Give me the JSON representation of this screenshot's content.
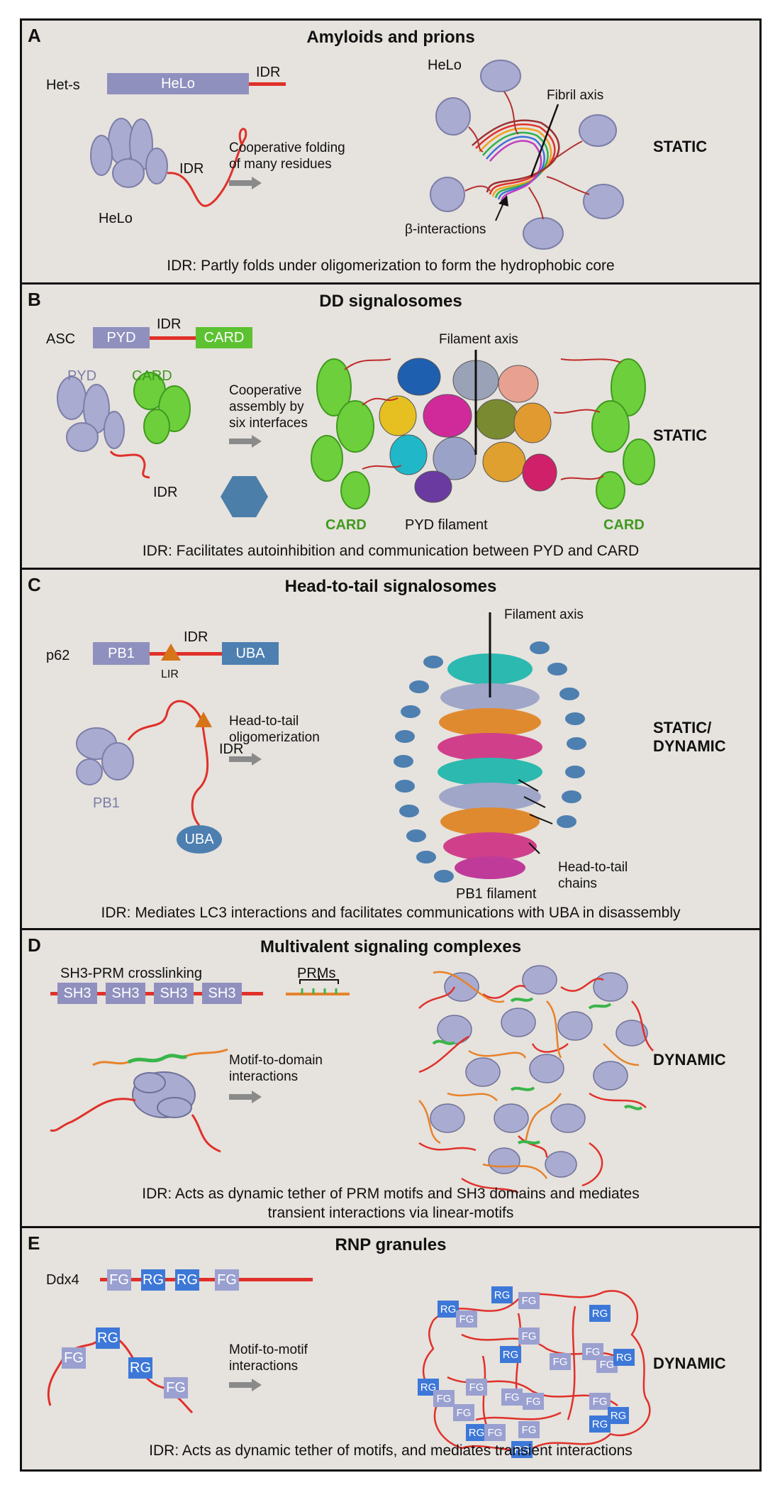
{
  "panels": {
    "a": {
      "letter": "A",
      "title": "Amyloids and prions",
      "protein": "Het-s",
      "domain": "HeLo",
      "idr": "IDR",
      "struct_domain": "HeLo",
      "struct_idr": "IDR",
      "process": "Cooperative folding of many residues",
      "oligomer_helo": "HeLo",
      "fibril_axis": "Fibril axis",
      "beta": "β-interactions",
      "state": "STATIC",
      "caption": "IDR: Partly folds under oligomerization to form the hydrophobic core"
    },
    "b": {
      "letter": "B",
      "title": "DD signalosomes",
      "protein": "ASC",
      "domain1": "PYD",
      "idr": "IDR",
      "domain2": "CARD",
      "struct_pyd": "PYD",
      "struct_card": "CARD",
      "struct_idr": "IDR",
      "process": "Cooperative assembly by six interfaces",
      "filament_axis": "Filament axis",
      "card_left": "CARD",
      "pyd_filament": "PYD filament",
      "card_right": "CARD",
      "state": "STATIC",
      "caption": "IDR: Facilitates autoinhibition and communication between PYD and CARD"
    },
    "c": {
      "letter": "C",
      "title": "Head-to-tail signalosomes",
      "protein": "p62",
      "domain1": "PB1",
      "idr": "IDR",
      "lir": "LIR",
      "domain2": "UBA",
      "struct_pb1": "PB1",
      "struct_idr": "IDR",
      "struct_uba": "UBA",
      "process": "Head-to-tail oligomerization",
      "filament_axis": "Filament axis",
      "chains": "Head-to-tail chains",
      "pb1_filament": "PB1 filament",
      "state": "STATIC/ DYNAMIC",
      "caption": "IDR: Mediates LC3 interactions and facilitates communications with UBA in disassembly"
    },
    "d": {
      "letter": "D",
      "title": "Multivalent signaling complexes",
      "crosslink": "SH3-PRM crosslinking",
      "sh3": [
        "SH3",
        "SH3",
        "SH3",
        "SH3"
      ],
      "prms": "PRMs",
      "process": "Motif-to-domain interactions",
      "state": "DYNAMIC",
      "caption": "IDR: Acts as dynamic tether of PRM motifs and SH3 domains and mediates transient interactions via linear-motifs"
    },
    "e": {
      "letter": "E",
      "title": "RNP granules",
      "protein": "Ddx4",
      "motifs": [
        "FG",
        "RG",
        "RG",
        "FG"
      ],
      "struct_motifs": [
        "FG",
        "RG",
        "RG",
        "FG"
      ],
      "process": "Motif-to-motif interactions",
      "granule_fg": "FG",
      "granule_rg": "RG",
      "state": "DYNAMIC",
      "caption": "IDR: Acts as dynamic tether of motifs, and mediates transient interactions"
    }
  },
  "colors": {
    "background": "#e6e2dd",
    "domain_purple": "#8f90be",
    "idr_red": "#e0302a",
    "card_green": "#5cc232",
    "uba_blue": "#4d7fb0",
    "lir_orange": "#d6741a",
    "hexagon": "#4b7ea8",
    "rg_blue": "#3d78d8",
    "fg_lavender": "#9aa0d0",
    "prm_orange": "#e7822a",
    "prm_green": "#39b54a",
    "arrow_gray": "#8a8a8a"
  }
}
